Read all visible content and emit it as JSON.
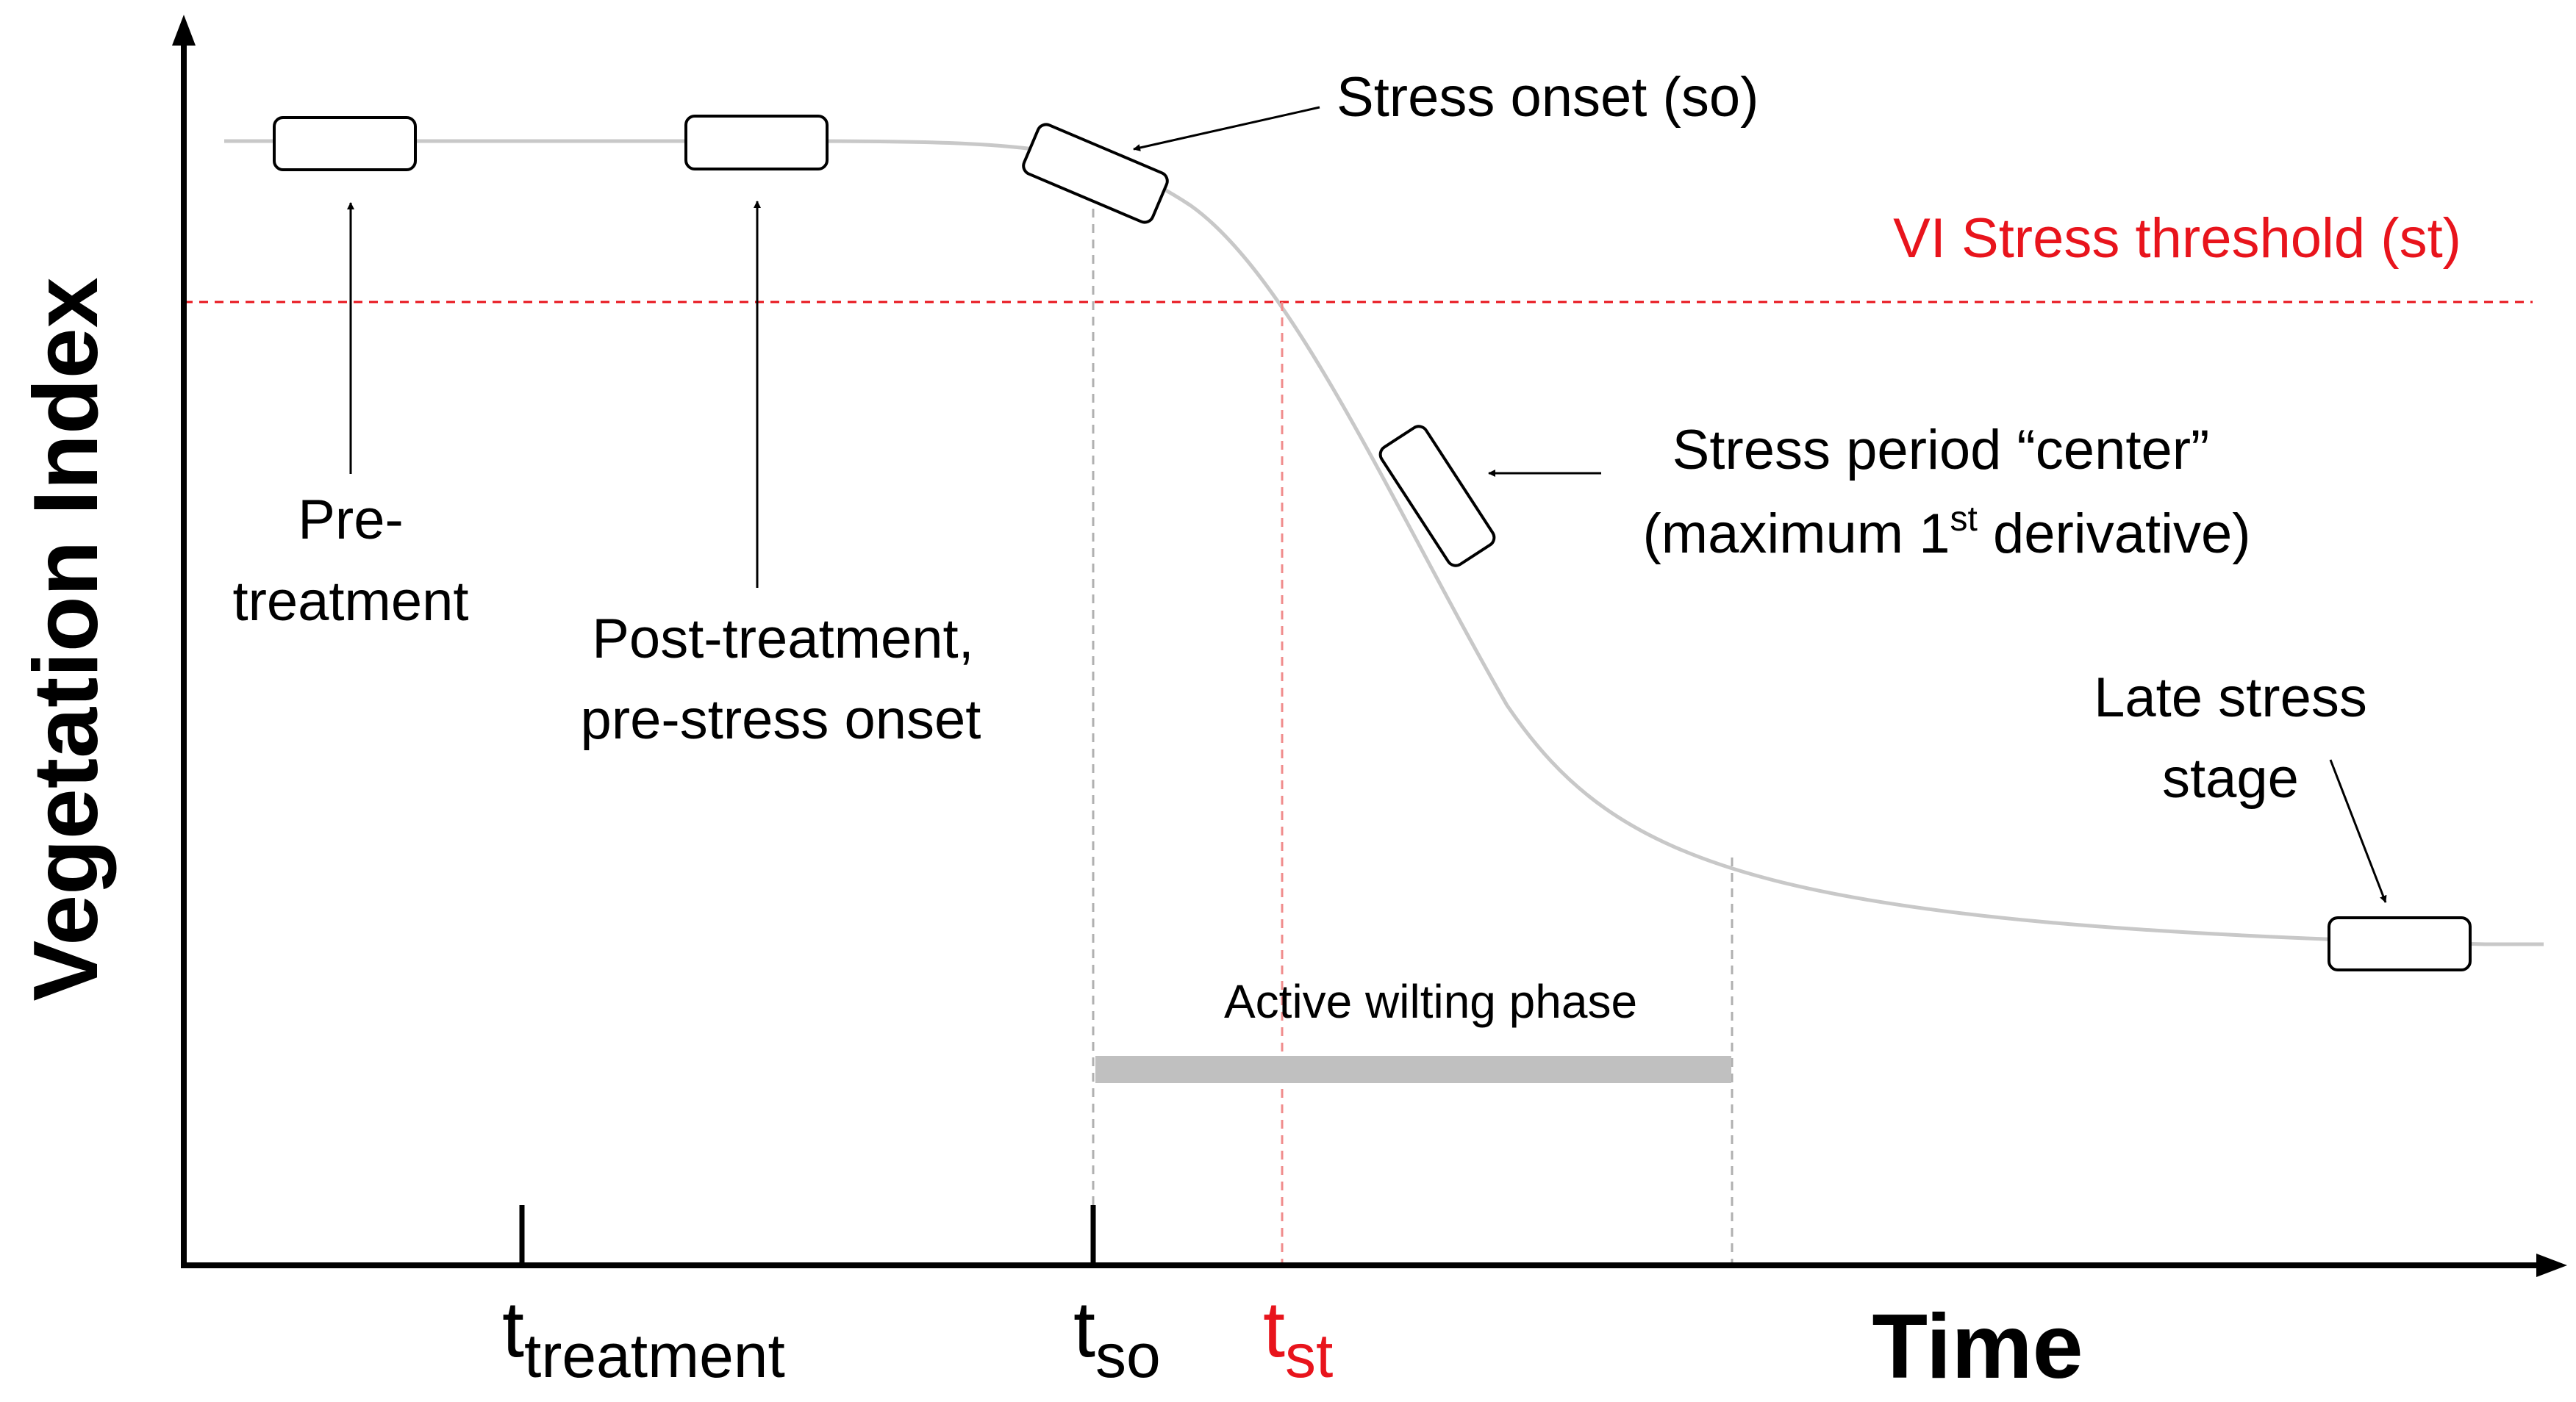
{
  "axes": {
    "y_label": "Vegetation Index",
    "x_label": "Time"
  },
  "threshold": {
    "label": "VI Stress threshold (st)",
    "color": "#e8141c"
  },
  "ticks": [
    {
      "base": "t",
      "sub": "treatment",
      "color": "#000000"
    },
    {
      "base": "t",
      "sub": "so",
      "color": "#000000"
    },
    {
      "base": "t",
      "sub": "st",
      "color": "#e8141c"
    }
  ],
  "annotations": {
    "stress_onset": "Stress onset (so)",
    "center_line1": "Stress period “center”",
    "center_line2_pre": "(maximum 1",
    "center_line2_sup": "st",
    "center_line2_post": " derivative)",
    "pre_treatment_line1": "Pre-",
    "pre_treatment_line2": "treatment",
    "post_treatment_line1": "Post-treatment,",
    "post_treatment_line2": "pre-stress onset",
    "late_line1": "Late stress",
    "late_line2": "stage",
    "wilting": "Active wilting phase"
  },
  "colors": {
    "curve": "#c8c8c8",
    "wilting_bar": "#c0c0c0",
    "guide": "#b0b0b0",
    "guide_red": "#f08c8c"
  }
}
